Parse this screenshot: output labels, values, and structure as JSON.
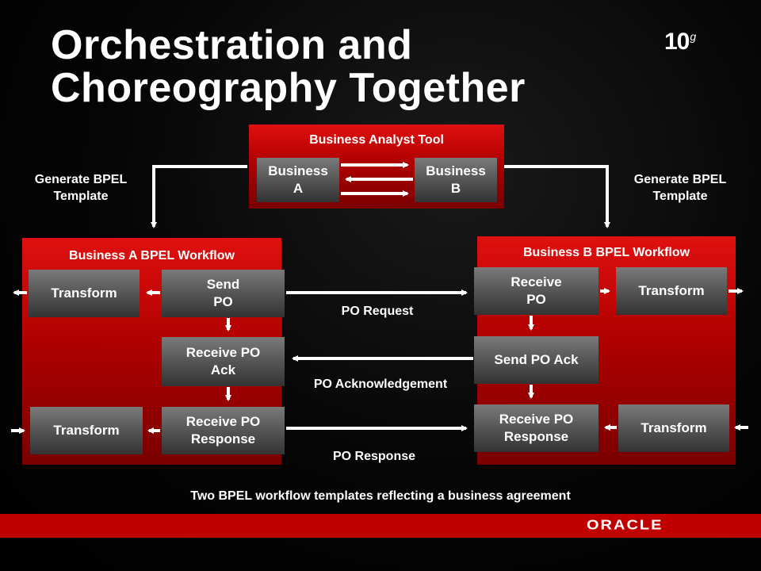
{
  "title": {
    "line1": "Orchestration and",
    "line2": "Choreography Together"
  },
  "version_badge": {
    "number": "10",
    "suffix": "g"
  },
  "analyst_panel": {
    "title": "Business Analyst Tool",
    "box_a": "Business\nA",
    "box_b": "Business\nB"
  },
  "side_labels": {
    "left": "Generate BPEL\nTemplate",
    "right": "Generate BPEL\nTemplate"
  },
  "workflow_a": {
    "title": "Business A BPEL Workflow",
    "transform_top": "Transform",
    "send_po": "Send\nPO",
    "receive_po_ack": "Receive PO\nAck",
    "transform_bottom": "Transform",
    "receive_po_response": "Receive PO\nResponse"
  },
  "workflow_b": {
    "title": "Business B BPEL Workflow",
    "receive_po": "Receive\nPO",
    "transform_top": "Transform",
    "send_po_ack": "Send PO Ack",
    "receive_po_response": "Receive PO\nResponse",
    "transform_bottom": "Transform"
  },
  "messages": {
    "po_request": "PO Request",
    "po_ack": "PO Acknowledgement",
    "po_response": "PO Response"
  },
  "caption": "Two BPEL workflow templates reflecting a business agreement",
  "footer": {
    "brand": "ORACLE"
  },
  "colors": {
    "panel_red": "#c00000",
    "box_gray": "#555555",
    "background": "#000000"
  }
}
